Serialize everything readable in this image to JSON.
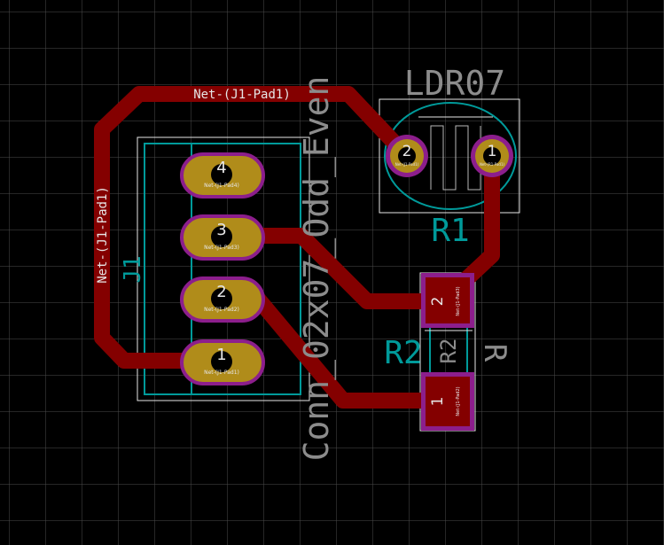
{
  "board": {
    "nets": {
      "top_label": "Net-(J1-Pad1)",
      "left_label": "Net-(J1-Pad1)"
    },
    "j1": {
      "value": "Conn_02x07_Odd_Even",
      "reference": "J1",
      "pads": [
        {
          "number": "4",
          "net": "Net-(J1-Pad4)"
        },
        {
          "number": "3",
          "net": "Net-(J1-Pad3)"
        },
        {
          "number": "2",
          "net": "Net-(J1-Pad2)"
        },
        {
          "number": "1",
          "net": "Net-(J1-Pad1)"
        }
      ]
    },
    "r1": {
      "value": "LDR07",
      "reference": "R1",
      "pads": [
        {
          "number": "2",
          "net": "Net-(J1-Pad1)"
        },
        {
          "number": "1",
          "net": "Net-(R1-Pad1)"
        }
      ]
    },
    "r2": {
      "reference": "R2",
      "silk_label": "R2",
      "value": "R",
      "pads": [
        {
          "number": "2",
          "net": "Net-(J1-Pad3)"
        },
        {
          "number": "1",
          "net": "Net-(J1-Pad2)"
        }
      ]
    },
    "colors": {
      "background": "#000000",
      "grid": "#8a8a8a",
      "track": "#840000",
      "pad_fill": "#b08c1a",
      "pad_ring": "#8c1e8c",
      "fab": "#009a9a",
      "silk": "#e6e6e6",
      "value_text": "#8c8c8c",
      "net_text": "#e6e6e6"
    }
  }
}
